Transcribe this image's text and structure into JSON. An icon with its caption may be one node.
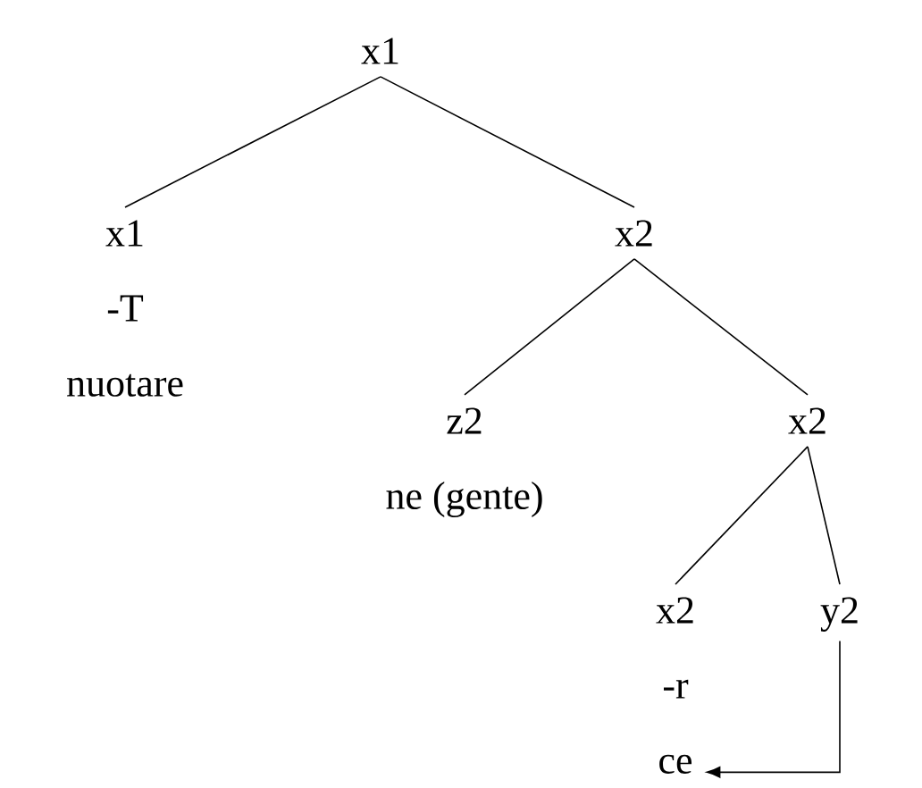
{
  "diagram": {
    "nodes": [
      {
        "text": [
          "x1"
        ]
      },
      {
        "text": [
          "x1",
          "-T",
          "nuotare"
        ]
      },
      {
        "text": [
          "x2"
        ]
      },
      {
        "text": [
          "z2",
          "ne (gente)"
        ]
      },
      {
        "text": [
          "x2"
        ]
      },
      {
        "text": [
          "x2",
          "-r",
          "ce"
        ]
      },
      {
        "text": [
          "y2"
        ]
      }
    ],
    "edges": [
      {
        "from": 0,
        "to": 1,
        "arrow": "none"
      },
      {
        "from": 0,
        "to": 2,
        "arrow": "none"
      },
      {
        "from": 2,
        "to": 3,
        "arrow": "none"
      },
      {
        "from": 2,
        "to": 4,
        "arrow": "none"
      },
      {
        "from": 4,
        "to": 5,
        "arrow": "none"
      },
      {
        "from": 4,
        "to": 6,
        "arrow": "none"
      },
      {
        "from": 6,
        "to": 5,
        "arrow": "to"
      }
    ]
  }
}
